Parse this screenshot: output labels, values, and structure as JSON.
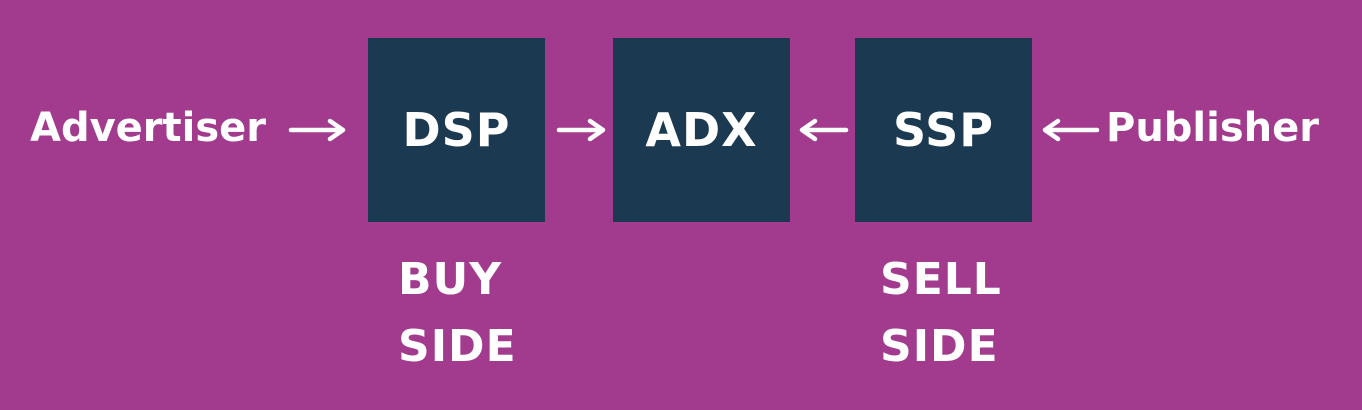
{
  "colors": {
    "background": "#A23A8E",
    "box": "#1B3A52",
    "text": "#FFFFFF"
  },
  "nodes": {
    "advertiser": "Advertiser",
    "dsp": "DSP",
    "adx": "ADX",
    "ssp": "SSP",
    "publisher": "Publisher"
  },
  "captions": {
    "buy_line1": "BUY",
    "buy_line2": "SIDE",
    "sell_line1": "SELL",
    "sell_line2": "SIDE"
  },
  "arrows": [
    {
      "name": "arrow-advertiser-to-dsp",
      "direction": "right"
    },
    {
      "name": "arrow-dsp-to-adx",
      "direction": "right"
    },
    {
      "name": "arrow-ssp-to-adx",
      "direction": "left"
    },
    {
      "name": "arrow-publisher-to-ssp",
      "direction": "left"
    }
  ]
}
